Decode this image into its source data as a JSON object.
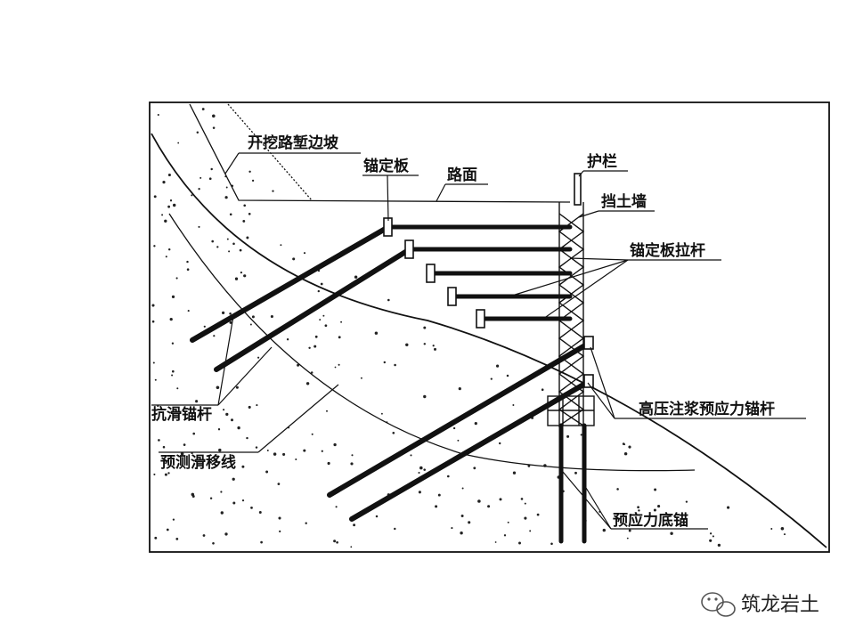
{
  "labels": {
    "excavation_slope": "开挖路堑边坡",
    "anchor_plate": "锚定板",
    "road_surface": "路面",
    "guardrail": "护栏",
    "retaining_wall": "挡土墙",
    "anchor_plate_tie_rod": "锚定板拉杆",
    "high_pressure_anchor": "高压注浆预应力锚杆",
    "anti_slide_anchor": "抗滑锚杆",
    "predicted_slip_line": "预测滑移线",
    "prestressed_bottom_anchor": "预应力底锚"
  },
  "watermark": {
    "text": "筑龙岩土",
    "icon": "wechat-logo-icon"
  }
}
